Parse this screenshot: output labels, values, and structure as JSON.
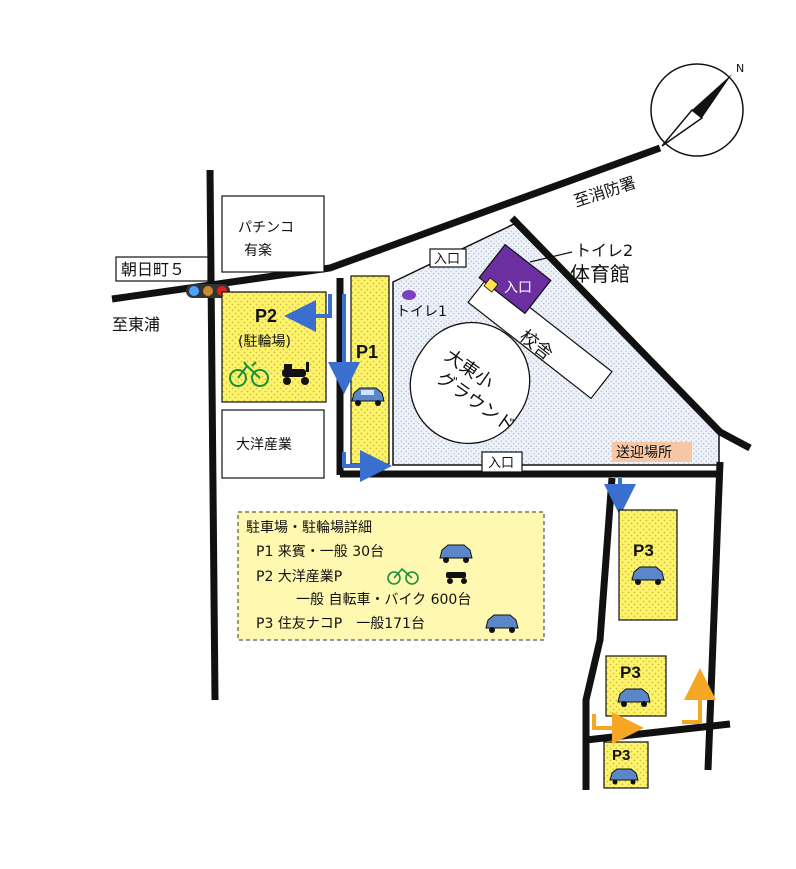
{
  "title": "",
  "compass_label": "N",
  "roads": {
    "to_fire_station": "至消防署",
    "to_higashiura": "至東浦"
  },
  "signal_label": "朝日町５",
  "buildings": {
    "pachinko": "パチンコ",
    "pachinko_name": "有楽",
    "taiyo": "大洋産業",
    "school_building": "校舎",
    "gym": "体育館",
    "toilet1": "トイレ1",
    "toilet2": "トイレ2",
    "ground_line1": "大東小",
    "ground_line2": "グラウンド",
    "gym_entrance": "入口",
    "pickup": "送迎場所"
  },
  "entrances": {
    "north": "入口",
    "south": "入口"
  },
  "parking": {
    "p1": "P1",
    "p2": "P2",
    "p2_sub": "(駐輪場)",
    "p3a": "P3",
    "p3b": "P3",
    "p3c": "P3"
  },
  "legend": {
    "title": "駐車場・駐輪場詳細",
    "line1": "P1 来賓・一般 30台",
    "line2": "P2 大洋産業P",
    "line3": "一般 自転車・バイク 600台",
    "line4": "P3 住友ナコP　一般171台"
  },
  "colors": {
    "road": "#111111",
    "parking_fill": "#fff36a",
    "school_fill": "#eaf0f8",
    "gym_fill": "#6b2fa0",
    "arrow_blue": "#3a6fd0",
    "arrow_orange": "#f5a623",
    "pickup_fill": "#f7c6a5"
  }
}
